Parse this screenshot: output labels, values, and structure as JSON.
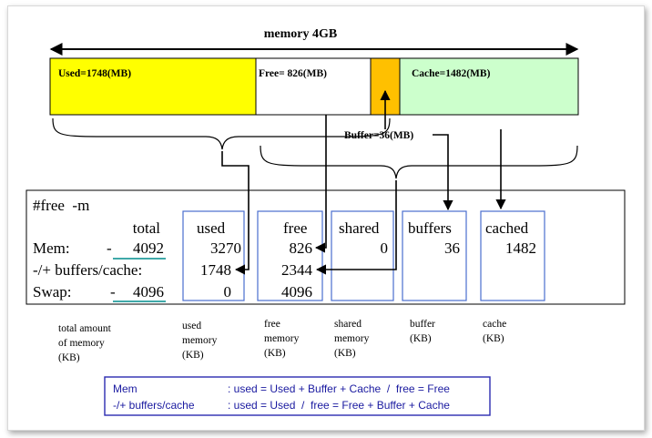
{
  "title": "memory 4GB",
  "bar": {
    "used_label": "Used=1748(MB)",
    "free_label": "Free= 826(MB)",
    "cache_label": "Cache=1482(MB)",
    "buffer_label": "Buffer=36(MB)",
    "segments_mb": {
      "used": 1748,
      "free": 826,
      "buffer": 36,
      "cache": 1482
    },
    "colors": {
      "used": "#ffff00",
      "free": "#ffffff",
      "buffer": "#ffc000",
      "cache": "#ccffcc"
    }
  },
  "free_output": {
    "command": "#free  -m",
    "headers": {
      "total": "total",
      "used": "used",
      "free": "free",
      "shared": "shared",
      "buffers": "buffers",
      "cached": "cached"
    },
    "mem": {
      "label": "Mem:",
      "total": "4092",
      "used": "3270",
      "free": "826",
      "shared": "0",
      "buffers": "36",
      "cached": "1482"
    },
    "buffers_cache": {
      "label": "-/+ buffers/cache:",
      "used": "1748",
      "free": "2344"
    },
    "swap": {
      "label": "Swap:",
      "dash": "-",
      "total": "4096",
      "used": "0",
      "free": "4096"
    },
    "mem_dash": "-"
  },
  "notes": {
    "total": [
      "total amount",
      "of memory",
      "(KB)"
    ],
    "used": [
      "used",
      "memory",
      "(KB)"
    ],
    "free": [
      "free",
      "memory",
      "(KB)"
    ],
    "shared": [
      "shared",
      "memory",
      "(KB)"
    ],
    "buffer": [
      "buffer",
      "(KB)"
    ],
    "cache": [
      "cache",
      "(KB)"
    ]
  },
  "legend": {
    "row1_label": "Mem",
    "row1_formula": ": used = Used + Buffer + Cache  /  free = Free",
    "row2_label": "-/+ buffers/cache",
    "row2_formula": ": used = Used  /  free = Free + Buffer + Cache"
  },
  "colors": {
    "column_box": "#4a6ecf",
    "underline": "#3fa9a9",
    "legend_text": "#1a1aa0",
    "legend_border": "#2a2ab0"
  }
}
